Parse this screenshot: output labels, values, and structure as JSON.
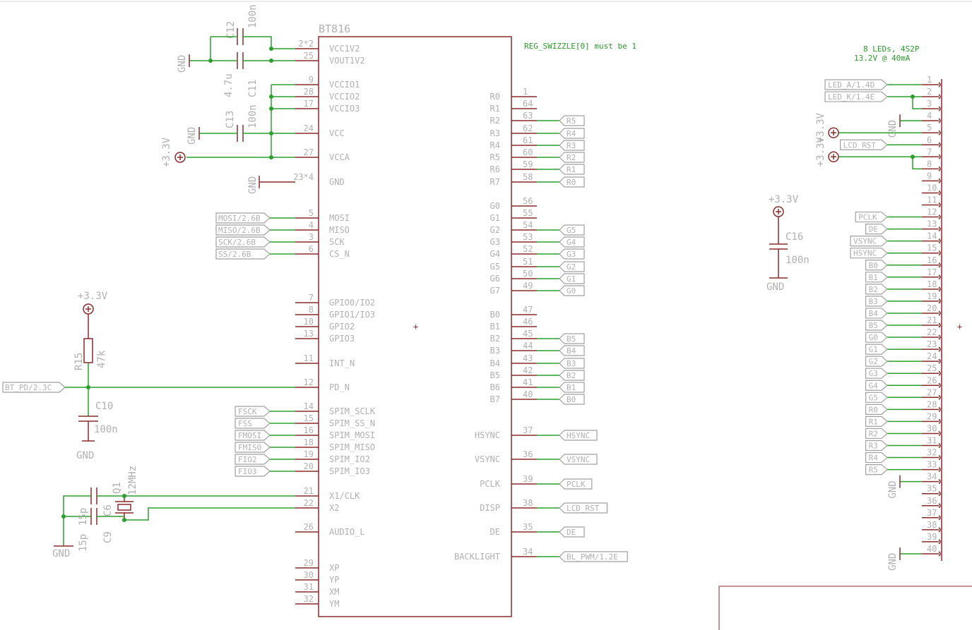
{
  "chip": {
    "name": "BT816",
    "note": "REG_SWIZZLE[0] must be 1",
    "left_pins": [
      {
        "num": "2*2",
        "name": "VCC1V2"
      },
      {
        "num": "25",
        "name": "VOUT1V2"
      },
      {
        "num": "9",
        "name": "VCCIO1"
      },
      {
        "num": "28",
        "name": "VCCIO2"
      },
      {
        "num": "17",
        "name": "VCCIO3"
      },
      {
        "num": "24",
        "name": "VCC"
      },
      {
        "num": "27",
        "name": "VCCA"
      },
      {
        "num": "23*4",
        "name": "GND"
      },
      {
        "num": "5",
        "name": "MOSI"
      },
      {
        "num": "4",
        "name": "MISO"
      },
      {
        "num": "3",
        "name": "SCK"
      },
      {
        "num": "6",
        "name": "CS_N"
      },
      {
        "num": "7",
        "name": "GPIO0/IO2"
      },
      {
        "num": "8",
        "name": "GPIO1/IO3"
      },
      {
        "num": "10",
        "name": "GPIO2"
      },
      {
        "num": "13",
        "name": "GPIO3"
      },
      {
        "num": "11",
        "name": "INT_N"
      },
      {
        "num": "12",
        "name": "PD_N"
      },
      {
        "num": "14",
        "name": "SPIM_SCLK"
      },
      {
        "num": "15",
        "name": "SPIM_SS_N"
      },
      {
        "num": "16",
        "name": "SPIM_MOSI"
      },
      {
        "num": "18",
        "name": "SPIM_MISO"
      },
      {
        "num": "19",
        "name": "SPIM_IO2"
      },
      {
        "num": "20",
        "name": "SPIM_IO3"
      },
      {
        "num": "21",
        "name": "X1/CLK"
      },
      {
        "num": "22",
        "name": "X2"
      },
      {
        "num": "26",
        "name": "AUDIO_L"
      },
      {
        "num": "29",
        "name": "XP"
      },
      {
        "num": "30",
        "name": "YP"
      },
      {
        "num": "31",
        "name": "XM"
      },
      {
        "num": "32",
        "name": "YM"
      }
    ],
    "right_pins": [
      {
        "num": "1",
        "name": "R0",
        "net": ""
      },
      {
        "num": "64",
        "name": "R1",
        "net": ""
      },
      {
        "num": "63",
        "name": "R2",
        "net": "R5"
      },
      {
        "num": "62",
        "name": "R3",
        "net": "R4"
      },
      {
        "num": "61",
        "name": "R4",
        "net": "R3"
      },
      {
        "num": "60",
        "name": "R5",
        "net": "R2"
      },
      {
        "num": "59",
        "name": "R6",
        "net": "R1"
      },
      {
        "num": "58",
        "name": "R7",
        "net": "R0"
      },
      {
        "num": "56",
        "name": "G0",
        "net": ""
      },
      {
        "num": "55",
        "name": "G1",
        "net": ""
      },
      {
        "num": "54",
        "name": "G2",
        "net": "G5"
      },
      {
        "num": "53",
        "name": "G3",
        "net": "G4"
      },
      {
        "num": "52",
        "name": "G4",
        "net": "G3"
      },
      {
        "num": "51",
        "name": "G5",
        "net": "G2"
      },
      {
        "num": "50",
        "name": "G6",
        "net": "G1"
      },
      {
        "num": "49",
        "name": "G7",
        "net": "G0"
      },
      {
        "num": "47",
        "name": "B0",
        "net": ""
      },
      {
        "num": "46",
        "name": "B1",
        "net": ""
      },
      {
        "num": "45",
        "name": "B2",
        "net": "B5"
      },
      {
        "num": "44",
        "name": "B3",
        "net": "B4"
      },
      {
        "num": "43",
        "name": "B4",
        "net": "B3"
      },
      {
        "num": "42",
        "name": "B5",
        "net": "B2"
      },
      {
        "num": "41",
        "name": "B6",
        "net": "B1"
      },
      {
        "num": "40",
        "name": "B7",
        "net": "B0"
      },
      {
        "num": "37",
        "name": "HSYNC",
        "net": "HSYNC"
      },
      {
        "num": "36",
        "name": "VSYNC",
        "net": "VSYNC"
      },
      {
        "num": "39",
        "name": "PCLK",
        "net": "PCLK"
      },
      {
        "num": "38",
        "name": "DISP",
        "net": "LCD_RST"
      },
      {
        "num": "35",
        "name": "DE",
        "net": "DE"
      },
      {
        "num": "34",
        "name": "BACKLIGHT",
        "net": "BL_PWM/1.2E"
      }
    ],
    "spi_nets": [
      "MOSI/2.6B",
      "MISO/2.6B",
      "SCK/2.6B",
      "SS/2.6B"
    ],
    "spim_nets": [
      "FSCK",
      "FSS",
      "FMOSI",
      "FMISO",
      "FIO2",
      "FIO3"
    ],
    "pd_net": "BT_PD/2.3C"
  },
  "components": {
    "c12": {
      "name": "C12",
      "value": "100n"
    },
    "c11": {
      "name": "C11",
      "value": "4.7u"
    },
    "c13": {
      "name": "C13",
      "value": "100n"
    },
    "c10": {
      "name": "C10",
      "value": "100n"
    },
    "c16": {
      "name": "C16",
      "value": "100n"
    },
    "r15": {
      "name": "R15",
      "value": "47k"
    },
    "q1": {
      "name": "Q1",
      "value": "12MHz"
    },
    "c6": {
      "name": "C6",
      "value": "15p"
    },
    "c9": {
      "name": "C9",
      "value": "15p"
    }
  },
  "power": {
    "gnd": "GND",
    "v33": "+3.3V",
    "v33b": "+3.3V",
    "v33c": "+3.3V"
  },
  "connector": {
    "note1": "8 LEDs, 4S2P",
    "note2": "13.2V @ 40mA",
    "nets": [
      {
        "pin": "1",
        "net": "LED_A/1.4D"
      },
      {
        "pin": "2",
        "net": "LED_K/1.4E"
      },
      {
        "pin": "3",
        "net": ""
      },
      {
        "pin": "4",
        "net": "GND"
      },
      {
        "pin": "5",
        "net": "+3.3V"
      },
      {
        "pin": "6",
        "net": "LCD_RST"
      },
      {
        "pin": "7",
        "net": "+3.3V"
      },
      {
        "pin": "8",
        "net": ""
      },
      {
        "pin": "9",
        "net": ""
      },
      {
        "pin": "10",
        "net": ""
      },
      {
        "pin": "11",
        "net": ""
      },
      {
        "pin": "12",
        "net": "PCLK"
      },
      {
        "pin": "13",
        "net": "DE"
      },
      {
        "pin": "14",
        "net": "VSYNC"
      },
      {
        "pin": "15",
        "net": "HSYNC"
      },
      {
        "pin": "16",
        "net": "B0"
      },
      {
        "pin": "17",
        "net": "B1"
      },
      {
        "pin": "18",
        "net": "B2"
      },
      {
        "pin": "19",
        "net": "B3"
      },
      {
        "pin": "20",
        "net": "B4"
      },
      {
        "pin": "21",
        "net": "B5"
      },
      {
        "pin": "22",
        "net": "G0"
      },
      {
        "pin": "23",
        "net": "G1"
      },
      {
        "pin": "24",
        "net": "G2"
      },
      {
        "pin": "25",
        "net": "G3"
      },
      {
        "pin": "26",
        "net": "G4"
      },
      {
        "pin": "27",
        "net": "G5"
      },
      {
        "pin": "28",
        "net": "R0"
      },
      {
        "pin": "29",
        "net": "R1"
      },
      {
        "pin": "30",
        "net": "R2"
      },
      {
        "pin": "31",
        "net": "R3"
      },
      {
        "pin": "32",
        "net": "R4"
      },
      {
        "pin": "33",
        "net": "R5"
      },
      {
        "pin": "34",
        "net": "GND"
      },
      {
        "pin": "35",
        "net": ""
      },
      {
        "pin": "36",
        "net": ""
      },
      {
        "pin": "37",
        "net": ""
      },
      {
        "pin": "38",
        "net": ""
      },
      {
        "pin": "39",
        "net": ""
      },
      {
        "pin": "40",
        "net": "GND"
      }
    ]
  },
  "colors": {
    "part": "#8b2a2a",
    "wire": "#2aa02a",
    "text": "#b0b0b0",
    "flag": "#a0a0a0"
  }
}
